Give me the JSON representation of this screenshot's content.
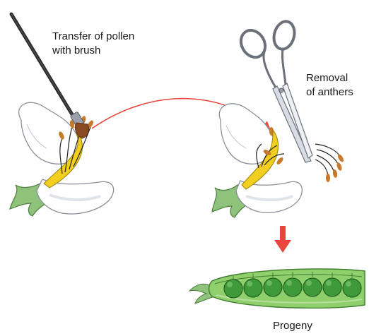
{
  "labels": {
    "transfer": [
      "Transfer of pollen",
      "with brush"
    ],
    "removal": [
      "Removal",
      "of anthers"
    ],
    "progeny": "Progeny"
  },
  "colors": {
    "arrow": "#e8453c",
    "petal": "#ffffff",
    "petal_stroke": "#8a8f99",
    "petal_shade": "#dfe3ea",
    "sepal": "#8fc27a",
    "pistil": "#f2cf1f",
    "anther": "#c77a2a",
    "pod": "#8fcf6c",
    "pea": "#3f9a3a",
    "brush_handle": "#2b2b2b",
    "brush_tip": "#8a4a22"
  },
  "icons": [
    "paintbrush-icon",
    "scissors-icon",
    "flower-icon",
    "pea-pod-icon"
  ],
  "pod": {
    "pea_count": 7
  }
}
